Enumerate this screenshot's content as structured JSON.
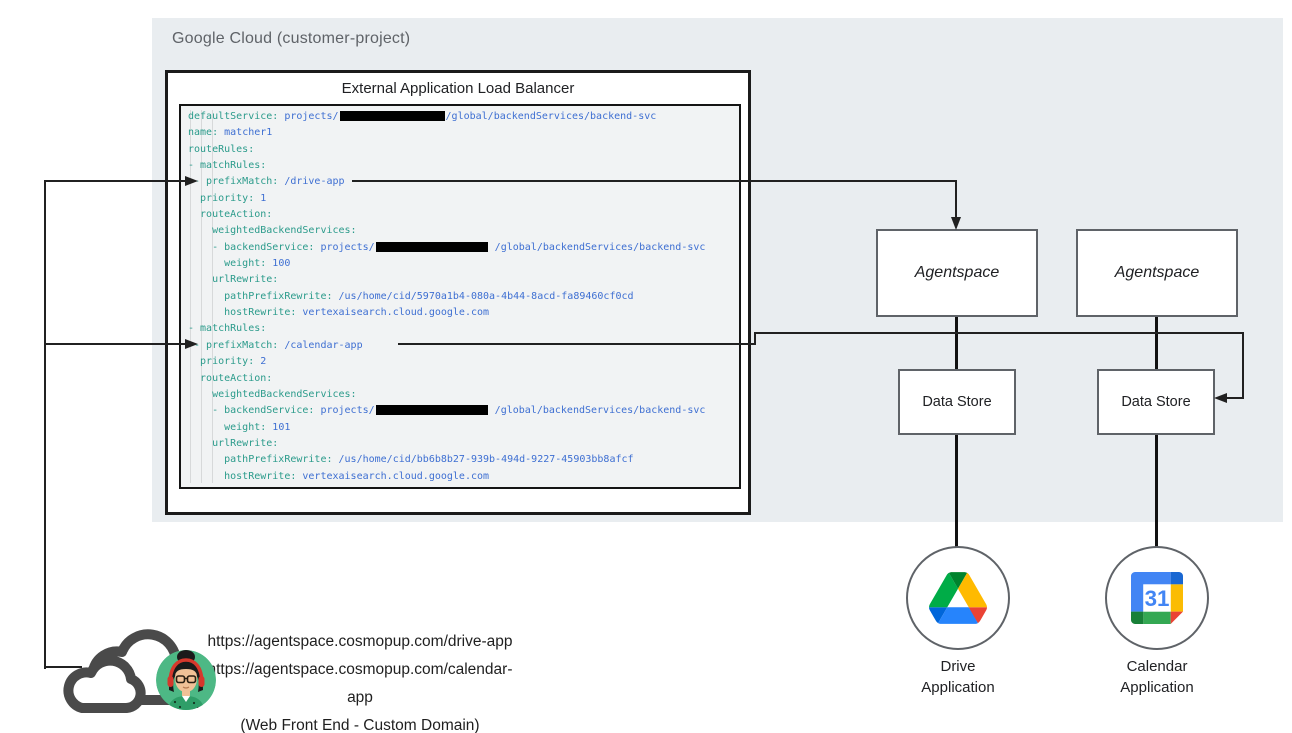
{
  "gcp": {
    "label": "Google Cloud (customer-project)",
    "lb": {
      "title": "External Application Load Balancer",
      "code": {
        "lines": [
          [
            {
              "t": "defaultService:",
              "c": "k"
            },
            {
              "t": " projects/",
              "c": "v"
            },
            {
              "r": 105
            },
            {
              "t": "/global/backendServices/backend-svc",
              "c": "v"
            }
          ],
          [
            {
              "t": "name:",
              "c": "k"
            },
            {
              "t": " matcher1",
              "c": "v"
            }
          ],
          [
            {
              "t": "routeRules:",
              "c": "k"
            }
          ],
          [
            {
              "t": "- matchRules:",
              "c": "k"
            }
          ],
          [
            {
              "t": " - prefixMatch:",
              "c": "k"
            },
            {
              "t": " /drive-app",
              "c": "v"
            }
          ],
          [
            {
              "t": "  priority:",
              "c": "k"
            },
            {
              "t": " 1",
              "c": "v"
            }
          ],
          [
            {
              "t": "  routeAction:",
              "c": "k"
            }
          ],
          [
            {
              "t": "    weightedBackendServices:",
              "c": "k"
            }
          ],
          [
            {
              "t": "    - backendService:",
              "c": "k"
            },
            {
              "t": " projects/",
              "c": "v"
            },
            {
              "r": 112
            },
            {
              "t": " /global/backendServices/backend-svc",
              "c": "v"
            }
          ],
          [
            {
              "t": "      weight:",
              "c": "k"
            },
            {
              "t": " 100",
              "c": "v"
            }
          ],
          [
            {
              "t": "    urlRewrite:",
              "c": "k"
            }
          ],
          [
            {
              "t": "      pathPrefixRewrite:",
              "c": "k"
            },
            {
              "t": " /us/home/cid/5970a1b4-080a-4b44-8acd-fa89460cf0cd",
              "c": "v"
            }
          ],
          [
            {
              "t": "      hostRewrite:",
              "c": "k"
            },
            {
              "t": " vertexaisearch.cloud.google.com",
              "c": "v"
            }
          ],
          [
            {
              "t": "- matchRules:",
              "c": "k"
            }
          ],
          [
            {
              "t": " - prefixMatch:",
              "c": "k"
            },
            {
              "t": " /calendar-app",
              "c": "v"
            }
          ],
          [
            {
              "t": "  priority:",
              "c": "k"
            },
            {
              "t": " 2",
              "c": "v"
            }
          ],
          [
            {
              "t": "  routeAction:",
              "c": "k"
            }
          ],
          [
            {
              "t": "    weightedBackendServices:",
              "c": "k"
            }
          ],
          [
            {
              "t": "    - backendService:",
              "c": "k"
            },
            {
              "t": " projects/",
              "c": "v"
            },
            {
              "r": 112
            },
            {
              "t": " /global/backendServices/backend-svc",
              "c": "v"
            }
          ],
          [
            {
              "t": "      weight:",
              "c": "k"
            },
            {
              "t": " 101",
              "c": "v"
            }
          ],
          [
            {
              "t": "    urlRewrite:",
              "c": "k"
            }
          ],
          [
            {
              "t": "      pathPrefixRewrite:",
              "c": "k"
            },
            {
              "t": " /us/home/cid/bb6b8b27-939b-494d-9227-45903bb8afcf",
              "c": "v"
            }
          ],
          [
            {
              "t": "      hostRewrite:",
              "c": "k"
            },
            {
              "t": " vertexaisearch.cloud.google.com",
              "c": "v"
            }
          ]
        ]
      }
    },
    "agentspace_boxes": [
      {
        "label": "Agentspace"
      },
      {
        "label": "Agentspace"
      }
    ],
    "datastore_boxes": [
      {
        "label": "Data Store"
      },
      {
        "label": "Data Store"
      }
    ]
  },
  "apps": [
    {
      "icon": "google-drive-icon",
      "label_line1": "Drive",
      "label_line2": "Application"
    },
    {
      "icon": "google-calendar-icon",
      "badge": "31",
      "label_line1": "Calendar",
      "label_line2": "Application"
    }
  ],
  "frontend": {
    "cloud_icon": "cloud-icon",
    "user_icon": "user-avatar-icon",
    "urls": [
      "https://agentspace.cosmopup.com/drive-app",
      "https://agentspace.cosmopup.com/calendar-app"
    ],
    "caption": "(Web Front End - Custom Domain)"
  },
  "colors": {
    "panel_bg": "#e9edf0",
    "code_bg": "#f1f3f4",
    "code_key": "#2b9b8b",
    "code_value": "#3e6fd2",
    "box_border_dark": "#1b1b1b",
    "node_border_gray": "#5f6368",
    "text": "#202124",
    "cloud_stroke": "#4a4a4a",
    "avatar_bg": "#4db885",
    "drive_blue": "#2684fc",
    "drive_green": "#00ac47",
    "drive_yellow": "#ffba00",
    "drive_red": "#ea4335",
    "calendar_blue": "#4285f4",
    "calendar_green": "#34a853",
    "calendar_yellow": "#fbbc04",
    "calendar_red": "#ea4335"
  }
}
